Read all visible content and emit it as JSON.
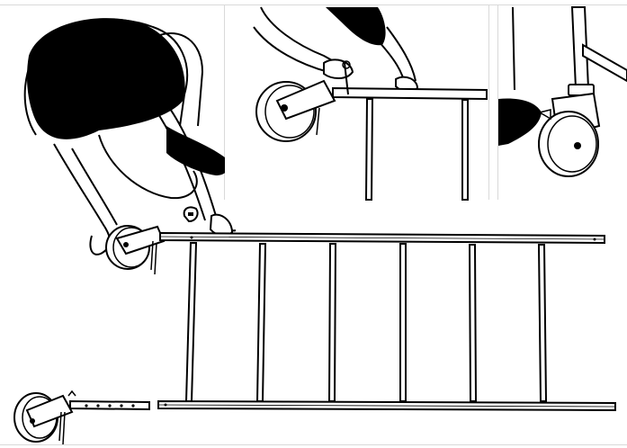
{
  "illustration": {
    "panels": [
      {
        "id": "main"
      },
      {
        "id": "detail-pin"
      },
      {
        "id": "detail-caster"
      }
    ],
    "colors": {
      "ink": "#000000",
      "paper": "#ffffff",
      "frame_line": "#d9d9d9"
    }
  }
}
